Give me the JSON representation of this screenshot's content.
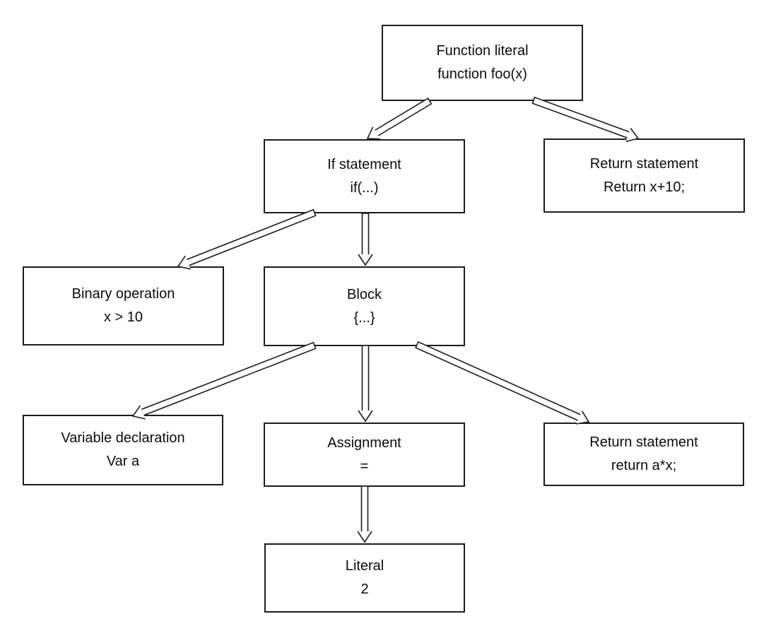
{
  "diagram": {
    "background": "#ffffff",
    "stroke_color": "#1c1c1c",
    "text_color": "#0c0c0c",
    "description": "Abstract syntax tree diagram of function foo(x)"
  },
  "nodes": [
    {
      "id": "function-literal",
      "title": "Function literal",
      "subtitle": "function foo(x)"
    },
    {
      "id": "if-statement",
      "title": "If statement",
      "subtitle": "if(...)"
    },
    {
      "id": "return-statement-top",
      "title": "Return statement",
      "subtitle": "Return x+10;"
    },
    {
      "id": "binary-operation",
      "title": "Binary operation",
      "subtitle": "x > 10"
    },
    {
      "id": "block",
      "title": "Block",
      "subtitle": "{...}"
    },
    {
      "id": "variable-declaration",
      "title": "Variable declaration",
      "subtitle": "Var a"
    },
    {
      "id": "assignment",
      "title": "Assignment",
      "subtitle": "="
    },
    {
      "id": "return-statement-bottom",
      "title": "Return statement",
      "subtitle": "return a*x;"
    },
    {
      "id": "literal",
      "title": "Literal",
      "subtitle": "2"
    }
  ],
  "edges": [
    {
      "from": "function-literal",
      "to": "if-statement",
      "points": [
        608,
        143,
        520,
        196
      ]
    },
    {
      "from": "function-literal",
      "to": "return-statement-top",
      "points": [
        755,
        142,
        903,
        196
      ]
    },
    {
      "from": "if-statement",
      "to": "binary-operation",
      "points": [
        445,
        301,
        252,
        377
      ]
    },
    {
      "from": "if-statement",
      "to": "block",
      "points": [
        517,
        302,
        517,
        375
      ]
    },
    {
      "from": "block",
      "to": "variable-declaration",
      "points": [
        445,
        489,
        188,
        589
      ]
    },
    {
      "from": "block",
      "to": "assignment",
      "points": [
        517,
        489,
        517,
        596
      ]
    },
    {
      "from": "block",
      "to": "return-statement-bottom",
      "points": [
        590,
        488,
        833,
        597
      ]
    },
    {
      "from": "assignment",
      "to": "literal",
      "points": [
        516,
        688,
        516,
        767
      ]
    }
  ]
}
